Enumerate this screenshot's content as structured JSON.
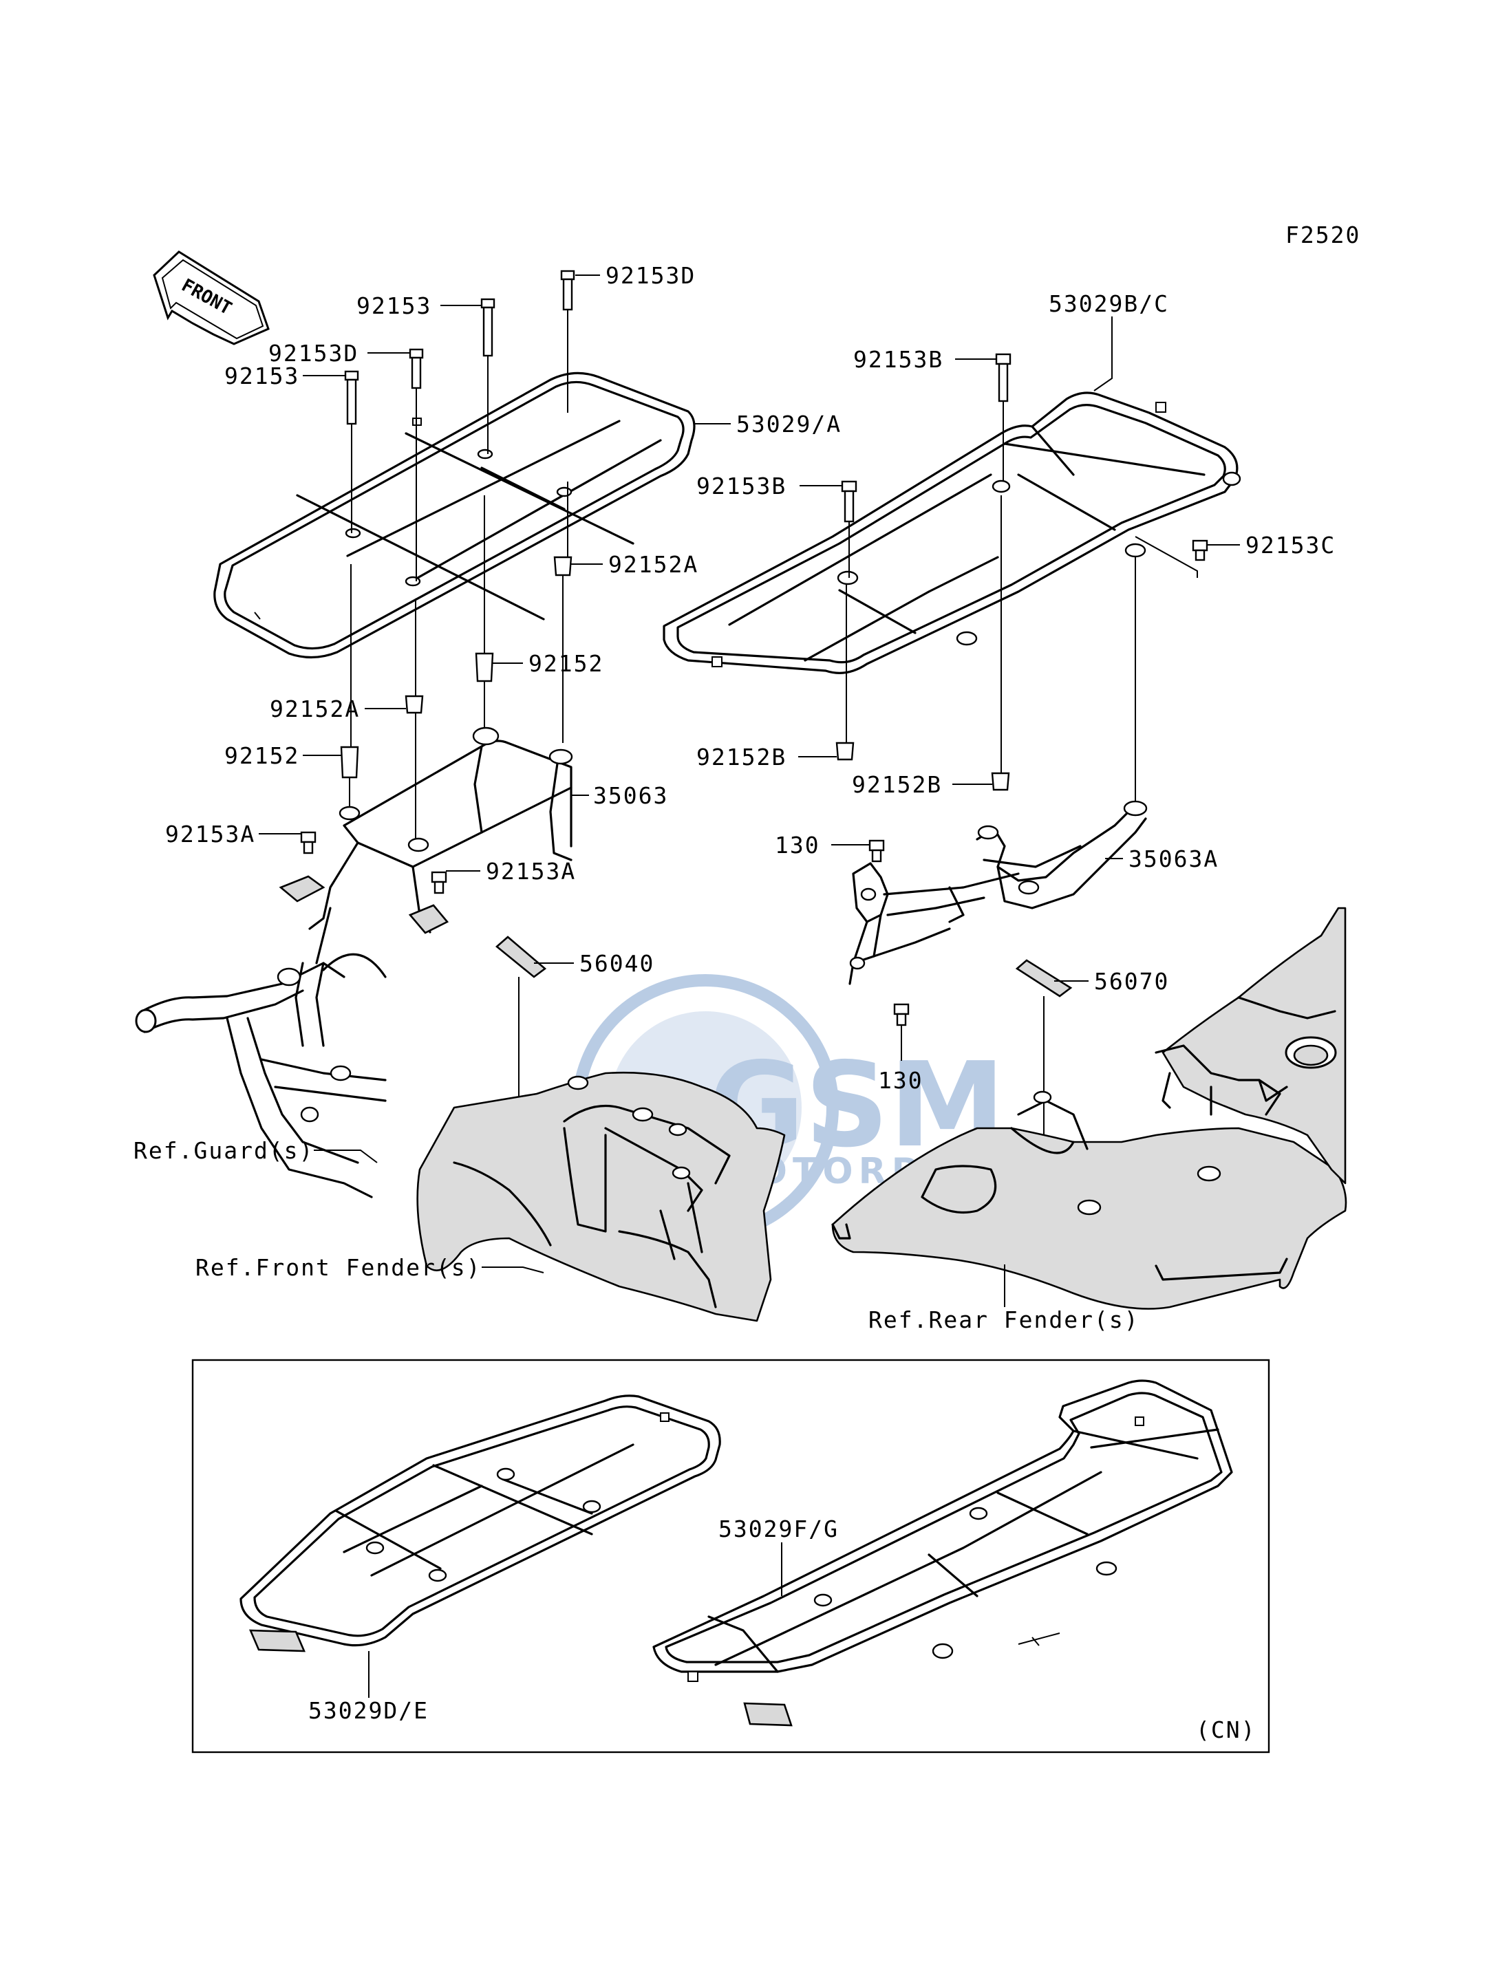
{
  "figure_code": "F2520",
  "front_arrow": {
    "label": "FRONT",
    "icon": "front-direction-arrow-icon"
  },
  "watermark": {
    "brand": "GSM",
    "subtitle": "MOTORPARTS",
    "color": "#3a6fb5"
  },
  "labels": {
    "p92153D_top": "92153D",
    "p92153_top": "92153",
    "p92153D_left": "92153D",
    "p92153_left": "92153",
    "p53029A": "53029/A",
    "p92152A_right": "92152A",
    "p92152_mid": "92152",
    "p92152A_left": "92152A",
    "p92152_left": "92152",
    "p35063": "35063",
    "p92153A_left": "92153A",
    "p92153A_mid": "92153A",
    "p56040": "56040",
    "ref_guard": "Ref.Guard(s)",
    "ref_front_fender": "Ref.Front Fender(s)",
    "p53029BC": "53029B/C",
    "p92153B_top": "92153B",
    "p92153B_mid": "92153B",
    "p92153C": "92153C",
    "p92152B_left": "92152B",
    "p92152B_right": "92152B",
    "p130_top": "130",
    "p35063A": "35063A",
    "p130_bottom": "130",
    "p56070": "56070",
    "ref_rear_fender": "Ref.Rear Fender(s)",
    "p53029DE": "53029D/E",
    "p53029FG": "53029F/G",
    "cn_tag": "(CN)"
  }
}
